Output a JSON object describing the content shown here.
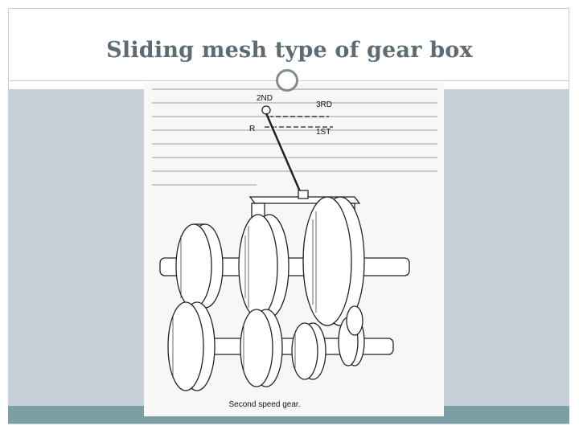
{
  "slide": {
    "title": "Sliding mesh type of gear box"
  },
  "figure": {
    "labels": {
      "second": "2ND",
      "third": "3RD",
      "reverse": "R",
      "first": "1ST"
    },
    "caption": "Second speed gear."
  },
  "colors": {
    "title": "#5f6b72",
    "content_band": "#c5d0d8",
    "footer_band": "#7c9fa6"
  }
}
